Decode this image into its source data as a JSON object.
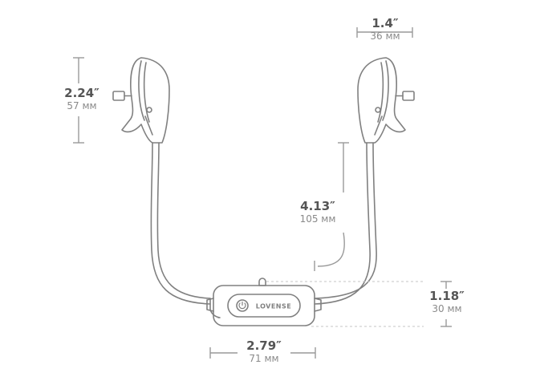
{
  "dimensions": {
    "clip_width": {
      "imperial": "1.4″",
      "metric": "36 мм"
    },
    "clip_height": {
      "imperial": "2.24″",
      "metric": "57 мм"
    },
    "cord_length": {
      "imperial": "4.13″",
      "metric": "105 мм"
    },
    "controller_height": {
      "imperial": "1.18″",
      "metric": "30 мм"
    },
    "controller_width": {
      "imperial": "2.79″",
      "metric": "71 мм"
    }
  },
  "controller": {
    "brand_label": "LOVENSE"
  },
  "colors": {
    "outline": "#808080",
    "dim_line": "#999999",
    "dashed": "#c4c4c4",
    "text_bold": "#555555",
    "text_light": "#8a8a8a"
  }
}
